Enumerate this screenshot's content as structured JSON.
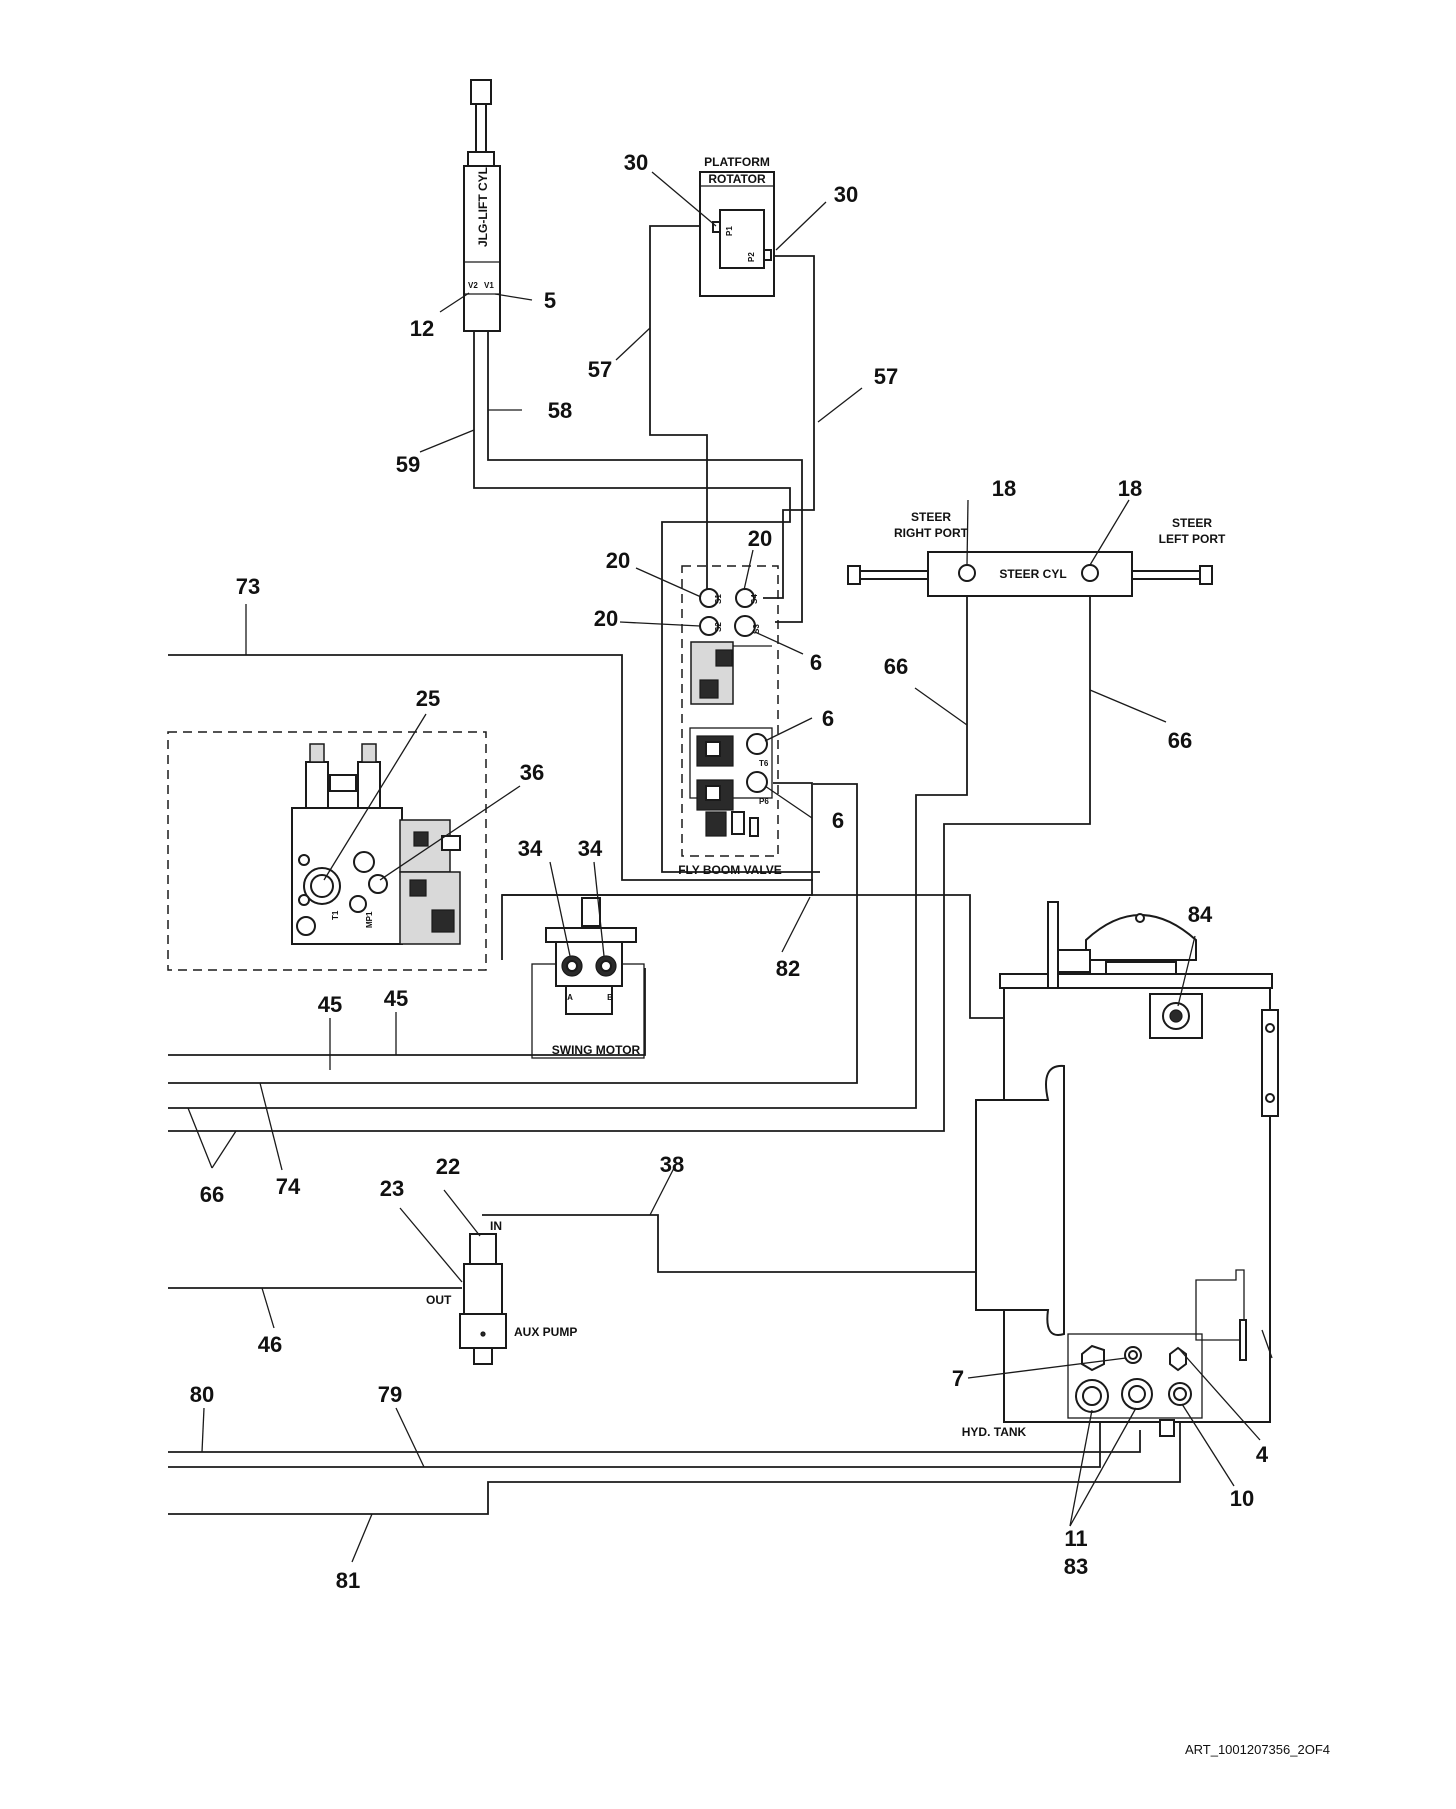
{
  "labels": {
    "platform_rotator_1": "PLATFORM",
    "platform_rotator_2": "ROTATOR",
    "lift_cyl": "JLG-LIFT CYL",
    "v2": "V2",
    "v1": "V1",
    "p1": "P1",
    "p2": "P2",
    "steer_right_1": "STEER",
    "steer_right_2": "RIGHT PORT",
    "steer_left_1": "STEER",
    "steer_left_2": "LEFT PORT",
    "steer_cyl": "STEER CYL",
    "s1": "S1",
    "s2": "S2",
    "s3": "S3",
    "s4": "S4",
    "t6": "T6",
    "p6": "P6",
    "fly_boom_valve": "FLY BOOM VALVE",
    "t1": "T1",
    "mp1": "MP1",
    "port_a": "A",
    "port_b": "B",
    "swing_motor": "SWING MOTOR",
    "in": "IN",
    "out": "OUT",
    "aux_pump": "AUX PUMP",
    "hyd_tank": "HYD. TANK",
    "art_ref": "ART_1001207356_2OF4"
  },
  "callouts": {
    "c30a": "30",
    "c30b": "30",
    "c12": "12",
    "c5": "5",
    "c57a": "57",
    "c57b": "57",
    "c58": "58",
    "c59": "59",
    "c18a": "18",
    "c18b": "18",
    "c20a": "20",
    "c20b": "20",
    "c20c": "20",
    "c6a": "6",
    "c6b": "6",
    "c6c": "6",
    "c73": "73",
    "c66a": "66",
    "c66b": "66",
    "c66c": "66",
    "c25": "25",
    "c36": "36",
    "c34a": "34",
    "c34b": "34",
    "c82": "82",
    "c84": "84",
    "c45a": "45",
    "c45b": "45",
    "c74": "74",
    "c22": "22",
    "c23": "23",
    "c38": "38",
    "c46": "46",
    "c80": "80",
    "c79": "79",
    "c81": "81",
    "c7": "7",
    "c4": "4",
    "c10": "10",
    "c11": "11",
    "c83": "83"
  }
}
